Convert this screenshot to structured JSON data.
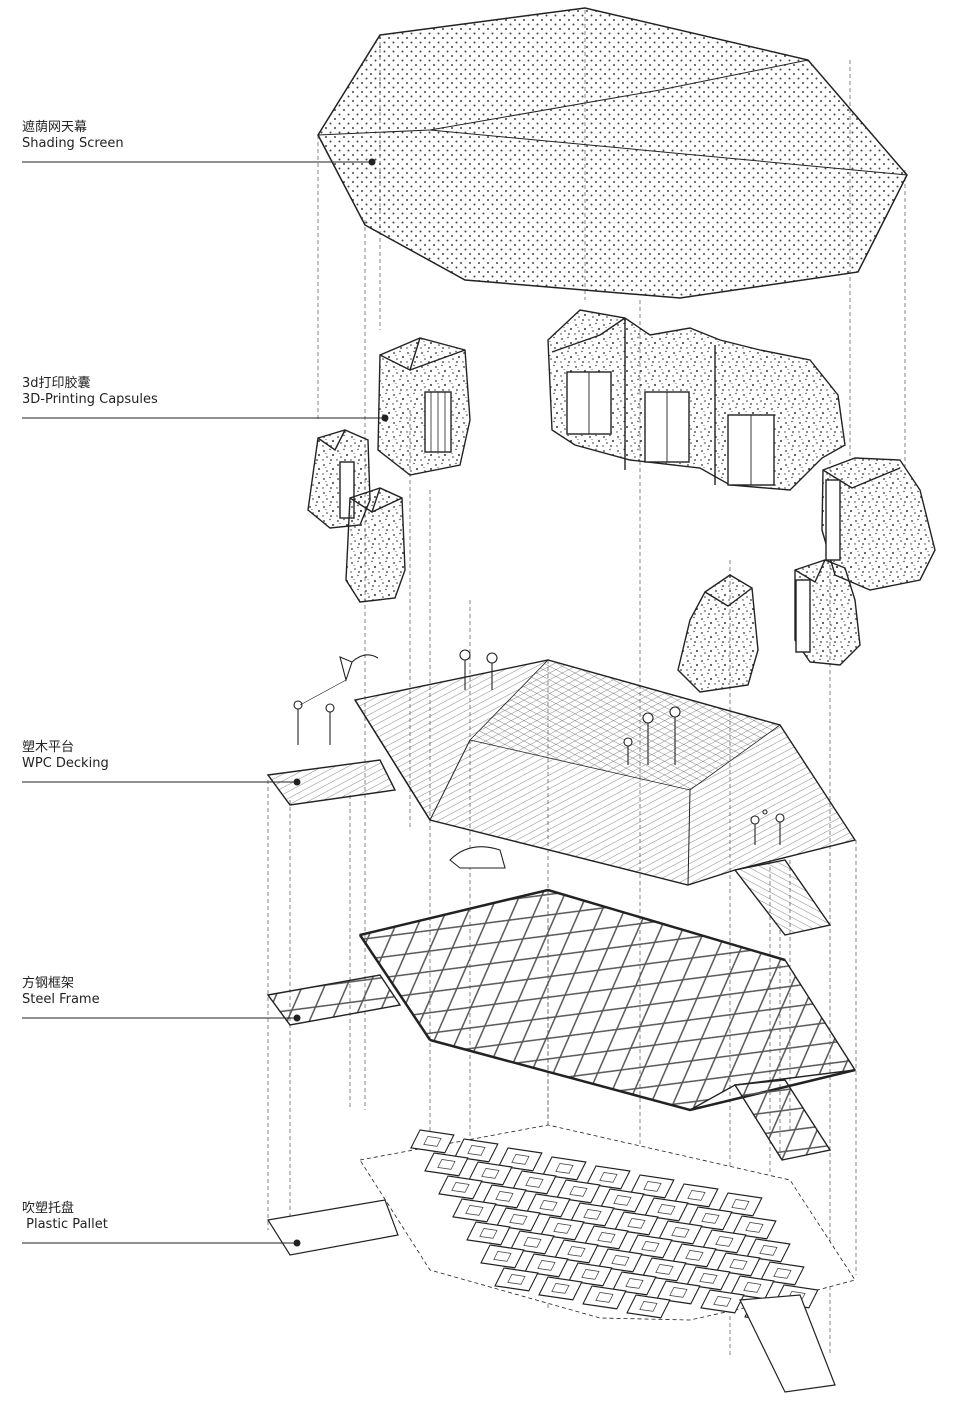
{
  "layers": [
    {
      "id": "shading",
      "cn": "遮荫网天幕",
      "en": "Shading Screen"
    },
    {
      "id": "capsules",
      "cn": "3d打印胶囊",
      "en": "3D-Printing Capsules"
    },
    {
      "id": "decking",
      "cn": "塑木平台",
      "en": "WPC Decking"
    },
    {
      "id": "frame",
      "cn": "方钢框架",
      "en": "Steel Frame"
    },
    {
      "id": "pallet",
      "cn": "吹塑托盘",
      "en": " Plastic Pallet"
    }
  ]
}
